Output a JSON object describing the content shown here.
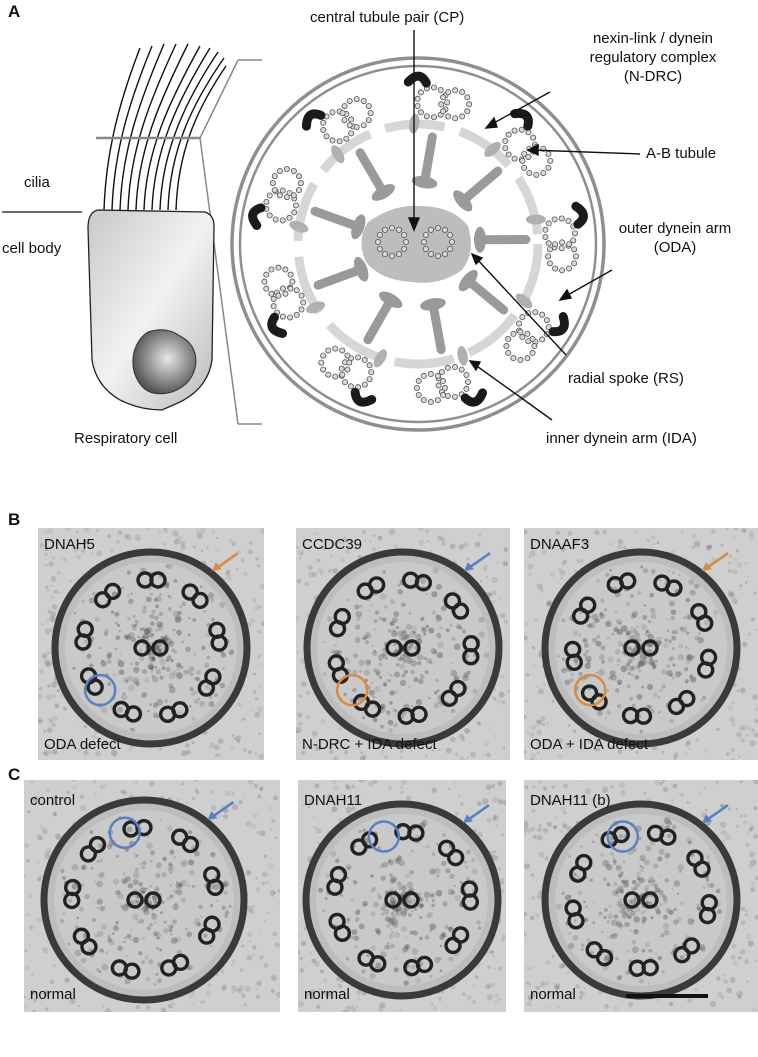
{
  "panels": {
    "a": {
      "letter": "A",
      "labels": {
        "central_pair": "central tubule pair (CP)",
        "ndrc_line1": "nexin-link / dynein",
        "ndrc_line2": "regulatory complex",
        "ndrc_line3": "(N-DRC)",
        "ab_tubule": "A-B tubule",
        "oda_line1": "outer dynein arm",
        "oda_line2": "(ODA)",
        "rs": "radial spoke (RS)",
        "ida": "inner dynein arm (IDA)",
        "cilia": "cilia",
        "cell_body": "cell body",
        "cell_caption": "Respiratory cell"
      }
    },
    "b": {
      "letter": "B",
      "images": [
        {
          "gene": "DNAH5",
          "phenotype": "ODA defect"
        },
        {
          "gene": "CCDC39",
          "phenotype": "N-DRC + IDA defect"
        },
        {
          "gene": "DNAAF3",
          "phenotype": "ODA + IDA defect"
        }
      ]
    },
    "c": {
      "letter": "C",
      "images": [
        {
          "gene": "control",
          "phenotype": "normal"
        },
        {
          "gene": "DNAH11",
          "phenotype": "normal"
        },
        {
          "gene": "DNAH11 (b)",
          "phenotype": "normal"
        }
      ]
    }
  },
  "colors": {
    "orange_marker": "#d98a45",
    "blue_marker": "#5b7fc0",
    "ring_gray": "#999999",
    "arm_black": "#1a1a1a"
  }
}
